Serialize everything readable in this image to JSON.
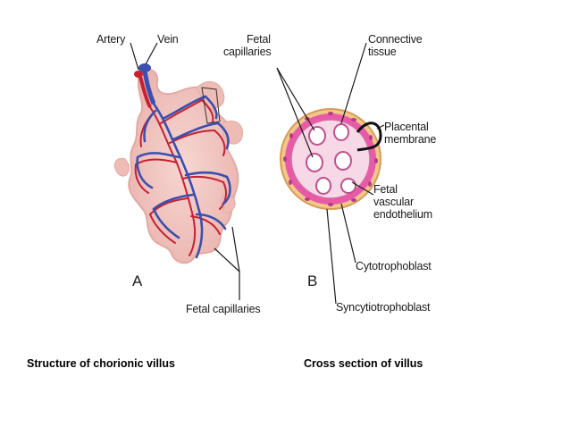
{
  "diagram": {
    "panel_a": {
      "letter": "A",
      "labels": {
        "artery": "Artery",
        "vein": "Vein",
        "fetal_capillaries": "Fetal capillaries"
      }
    },
    "panel_b": {
      "letter": "B",
      "labels": {
        "fetal_capillaries_1": "Fetal",
        "fetal_capillaries_2": "capillaries",
        "connective_1": "Connective",
        "connective_2": "tissue",
        "placental_1": "Placental",
        "placental_2": "membrane",
        "fetal_vasc_1": "Fetal",
        "fetal_vasc_2": "vascular",
        "fetal_vasc_3": "endothelium",
        "cytotrophoblast": "Cytotrophoblast",
        "syncytiotrophoblast": "Syncytiotrophoblast"
      }
    }
  },
  "captions": {
    "left": "Structure of chorionic villus",
    "right": "Cross section of villus"
  },
  "colors": {
    "artery": "#c62032",
    "vein": "#3a4fb0",
    "villus_tissue": "#f1c6c2",
    "syncytium": "#f0c98a",
    "cytotrophoblast": "#e85aa8",
    "connective": "#f6d8e6"
  }
}
